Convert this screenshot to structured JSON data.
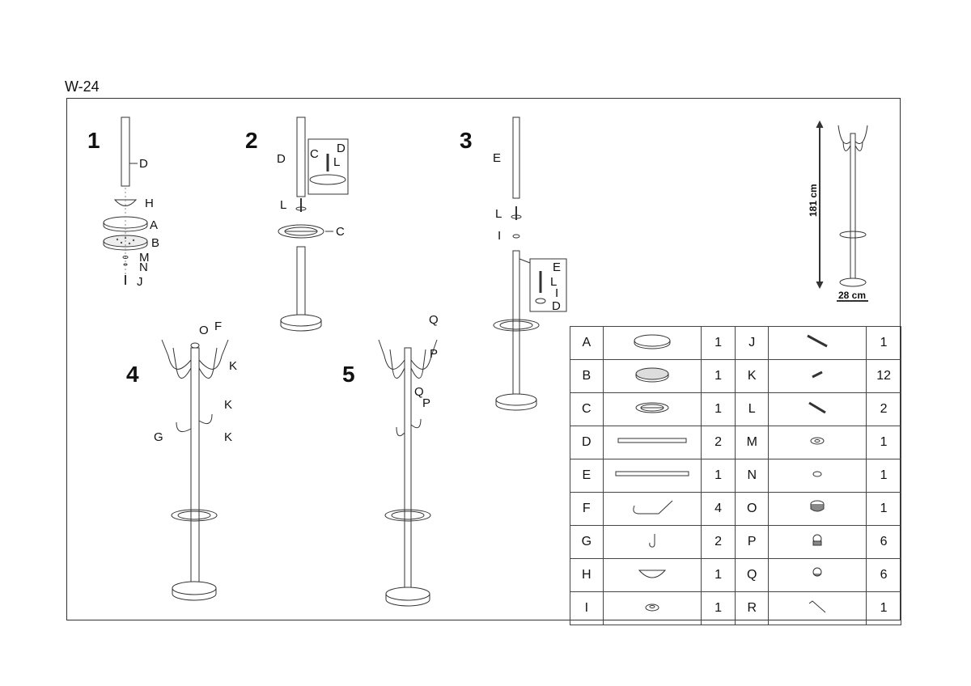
{
  "title": "W-24",
  "steps": [
    {
      "number": "1",
      "labels": [
        "D",
        "H",
        "A",
        "B",
        "M",
        "N",
        "J"
      ]
    },
    {
      "number": "2",
      "labels": [
        "D",
        "C",
        "D",
        "L",
        "L",
        "C"
      ]
    },
    {
      "number": "3",
      "labels": [
        "E",
        "L",
        "I",
        "E",
        "L",
        "I",
        "D"
      ]
    },
    {
      "number": "4",
      "labels": [
        "O",
        "F",
        "K",
        "K",
        "G",
        "K"
      ]
    },
    {
      "number": "5",
      "labels": [
        "Q",
        "P",
        "Q",
        "P"
      ]
    }
  ],
  "dimensions": {
    "height": "181 cm",
    "width": "28 cm"
  },
  "parts": [
    {
      "left": {
        "id": "A",
        "icon": "base-disc",
        "qty": "1"
      },
      "right": {
        "id": "J",
        "icon": "long-bolt",
        "qty": "1"
      }
    },
    {
      "left": {
        "id": "B",
        "icon": "weight-disc",
        "qty": "1"
      },
      "right": {
        "id": "K",
        "icon": "short-screw",
        "qty": "12"
      }
    },
    {
      "left": {
        "id": "C",
        "icon": "umbrella-ring",
        "qty": "1"
      },
      "right": {
        "id": "L",
        "icon": "threaded-rod",
        "qty": "2"
      }
    },
    {
      "left": {
        "id": "D",
        "icon": "tube",
        "qty": "2"
      },
      "right": {
        "id": "M",
        "icon": "large-washer",
        "qty": "1"
      }
    },
    {
      "left": {
        "id": "E",
        "icon": "top-tube",
        "qty": "1"
      },
      "right": {
        "id": "N",
        "icon": "small-washer",
        "qty": "1"
      }
    },
    {
      "left": {
        "id": "F",
        "icon": "hook-arm",
        "qty": "4"
      },
      "right": {
        "id": "O",
        "icon": "top-cap",
        "qty": "1"
      }
    },
    {
      "left": {
        "id": "G",
        "icon": "j-hook",
        "qty": "2"
      },
      "right": {
        "id": "P",
        "icon": "end-cap",
        "qty": "6"
      }
    },
    {
      "left": {
        "id": "H",
        "icon": "bowl-cover",
        "qty": "1"
      },
      "right": {
        "id": "Q",
        "icon": "small-cap",
        "qty": "6"
      }
    },
    {
      "left": {
        "id": "I",
        "icon": "spacer",
        "qty": "1"
      },
      "right": {
        "id": "R",
        "icon": "allen-key",
        "qty": "1"
      }
    }
  ]
}
